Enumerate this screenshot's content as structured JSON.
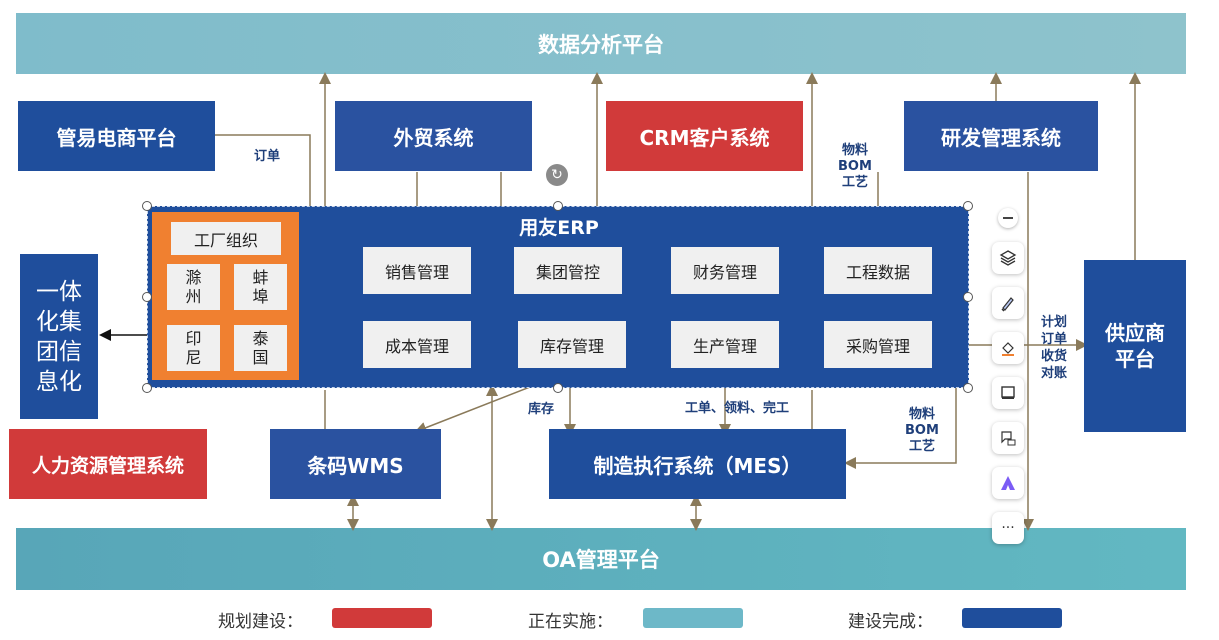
{
  "top_band": {
    "label": "数据分析平台"
  },
  "bottom_band": {
    "label": "OA管理平台"
  },
  "systems": {
    "ecommerce": "管易电商平台",
    "foreign_trade": "外贸系统",
    "crm": "CRM客户系统",
    "rnd": "研发管理系统",
    "group_info": [
      "一体",
      "化集",
      "团信",
      "息化"
    ],
    "hr": "人力资源管理系统",
    "wms": "条码WMS",
    "mes": "制造执行系统（MES）",
    "supplier": [
      "供应商",
      "平台"
    ]
  },
  "erp": {
    "title": "用友ERP",
    "factory": {
      "title": "工厂组织",
      "sites": [
        [
          "滁",
          "州"
        ],
        [
          "蚌",
          "埠"
        ],
        [
          "印",
          "尼"
        ],
        [
          "泰",
          "国"
        ]
      ]
    },
    "modules": [
      "销售管理",
      "集团管控",
      "财务管理",
      "工程数据",
      "成本管理",
      "库存管理",
      "生产管理",
      "采购管理"
    ]
  },
  "flow_labels": {
    "order": "订单",
    "rnd_to_erp": [
      "物料",
      "BOM",
      "工艺"
    ],
    "erp_to_supplier": [
      "计划",
      "订单",
      "收货",
      "对账"
    ],
    "stock": "库存",
    "mes_flow": "工单、领料、完工",
    "erp_to_mes": [
      "物料",
      "BOM",
      "工艺"
    ]
  },
  "toolbar": [
    "minus-icon",
    "layers-icon",
    "brush-icon",
    "fill-icon",
    "frame-icon",
    "comment-icon",
    "ai-logo-icon",
    "more-icon"
  ],
  "toolbar_more": "···",
  "legend": [
    {
      "label": "规划建设：",
      "color": "#d13a3a"
    },
    {
      "label": "正在实施：",
      "color": "#6db8c8"
    },
    {
      "label": "建设完成：",
      "color": "#1f4e9c"
    }
  ]
}
